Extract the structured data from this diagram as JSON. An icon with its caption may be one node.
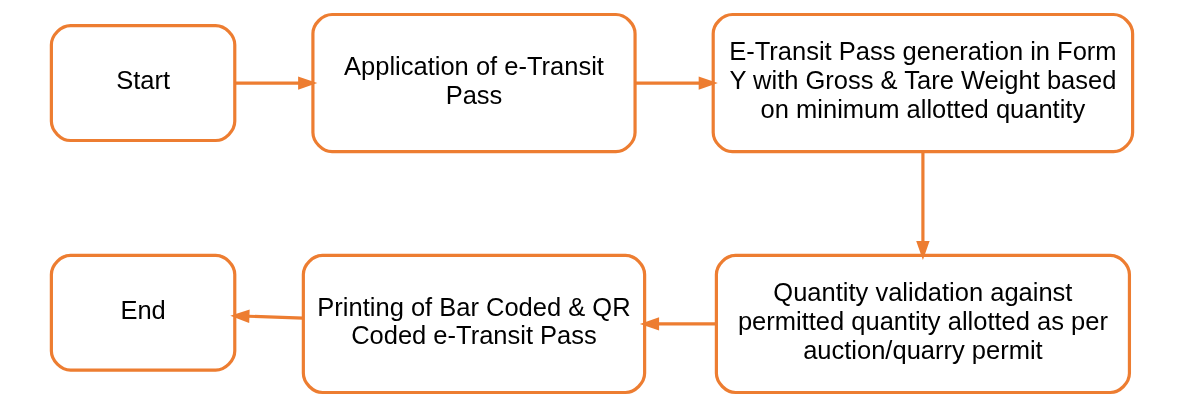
{
  "diagram": {
    "nodes": [
      {
        "text": [
          "Start"
        ]
      },
      {
        "text": [
          "Application of e-Transit Pass"
        ]
      },
      {
        "text": [
          "E-Transit Pass generation in Form Y with Gross & Tare Weight based on minimum allotted quantity"
        ]
      },
      {
        "text": [
          "Quantity validation against permitted quantity allotted as per auction/quarry permit"
        ]
      },
      {
        "text": [
          "Printing of Bar Coded & QR Coded e-Transit Pass"
        ]
      },
      {
        "text": [
          "End"
        ]
      }
    ],
    "edges": [
      {
        "from": 0,
        "to": 1,
        "arrow": "to"
      },
      {
        "from": 1,
        "to": 2,
        "arrow": "to"
      },
      {
        "from": 2,
        "to": 3,
        "arrow": "to"
      },
      {
        "from": 3,
        "to": 4,
        "arrow": "to"
      },
      {
        "from": 4,
        "to": 5,
        "arrow": "to"
      }
    ]
  }
}
